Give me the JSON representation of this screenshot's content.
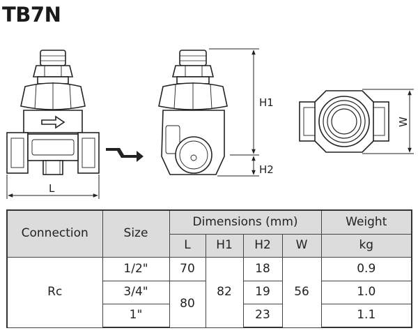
{
  "title": "TB7N",
  "drawing": {
    "dimensions": {
      "L": "L",
      "H1": "H1",
      "H2": "H2",
      "W": "W"
    }
  },
  "table": {
    "headers": {
      "connection": "Connection",
      "size": "Size",
      "dimensions": "Dimensions (mm)",
      "weight": "Weight",
      "L": "L",
      "H1": "H1",
      "H2": "H2",
      "W": "W",
      "kg": "kg"
    },
    "connection": "Rc",
    "sizes": [
      "1/2\"",
      "3/4\"",
      "1\""
    ],
    "L": [
      "70",
      "80"
    ],
    "H1": "82",
    "H2": [
      "18",
      "19",
      "23"
    ],
    "W": "56",
    "weights": [
      "0.9",
      "1.0",
      "1.1"
    ]
  }
}
